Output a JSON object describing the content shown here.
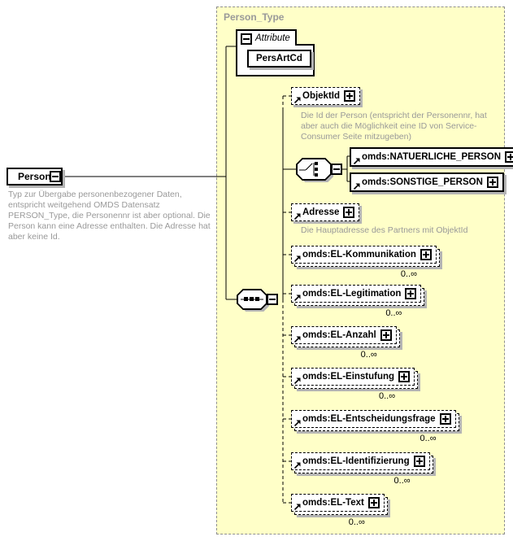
{
  "person": {
    "label": "Person",
    "description": "Typ zur Übergabe personenbezogener Daten, entspricht weitgehend OMDS Datensatz PERSON_Type, die Personennr ist aber optional. Die Person kann eine Adresse enthalten. Die Adresse hat aber keine Id."
  },
  "panel": {
    "title": "Person_Type"
  },
  "attributes": {
    "header": "Attribute",
    "items": [
      {
        "name": "PersArtCd"
      }
    ]
  },
  "tree": {
    "objektid": {
      "label": "ObjektId",
      "description": "Die Id der Person (entspricht der Personennr, hat aber auch die Möglichkeit eine ID von Service-Consumer Seite mitzugeben)"
    },
    "choice": {
      "options": [
        {
          "label": "omds:NATUERLICHE_PERSON"
        },
        {
          "label": "omds:SONSTIGE_PERSON"
        }
      ]
    },
    "adresse": {
      "label": "Adresse",
      "description": "Die Hauptadresse des Partners mit ObjektId"
    },
    "repeating": [
      {
        "label": "omds:EL-Kommunikation",
        "occurrence": "0..∞"
      },
      {
        "label": "omds:EL-Legitimation",
        "occurrence": "0..∞"
      },
      {
        "label": "omds:EL-Anzahl",
        "occurrence": "0..∞"
      },
      {
        "label": "omds:EL-Einstufung",
        "occurrence": "0..∞"
      },
      {
        "label": "omds:EL-Entscheidungsfrage",
        "occurrence": "0..∞"
      },
      {
        "label": "omds:EL-Identifizierung",
        "occurrence": "0..∞"
      },
      {
        "label": "omds:EL-Text",
        "occurrence": "0..∞"
      }
    ]
  },
  "colors": {
    "panel_bg": "#ffffc8",
    "shadow": "#b4b4b4",
    "muted_text": "#999999"
  }
}
